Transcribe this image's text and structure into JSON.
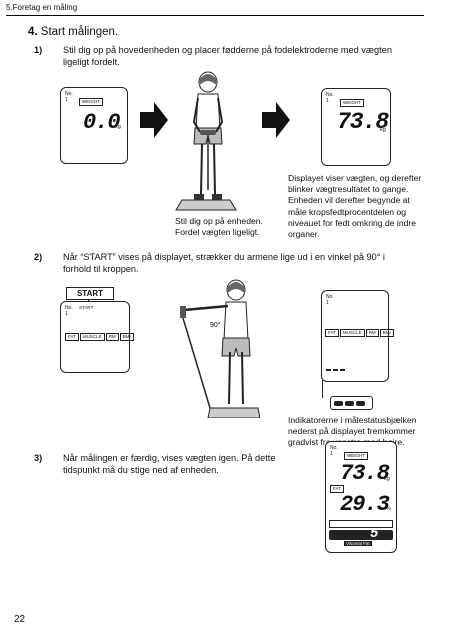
{
  "header": {
    "breadcrumb": "5.Foretag en måling",
    "page_number": "22"
  },
  "step": {
    "number": "4.",
    "title": "Start målingen."
  },
  "sub1": {
    "num": "1)",
    "line1": "Stil dig op på hovedenheden og placer fødderne på fodelektroderne med vægten",
    "line2": "ligeligt fordelt.",
    "display_before": {
      "no_label": "No.",
      "no_value": "1",
      "tag": "WEIGHT",
      "value": "0.0",
      "unit": "kg"
    },
    "display_after": {
      "no_label": "No.",
      "no_value": "1",
      "tag": "WEIGHT",
      "value": "73.8",
      "unit": "kg"
    },
    "figure_caption": [
      "Stil dig op på enheden.",
      "Fordel vægten ligeligt."
    ],
    "side_text": [
      "Displayet viser vægten, og derefter",
      "blinker vægtresultatet to gange.",
      "Enheden vil derefter begynde at",
      "måle kropsfedtprocentdelen og",
      "niveauet for fedt omkring de indre",
      "organer."
    ]
  },
  "sub2": {
    "num": "2)",
    "line1": "Når “START” vises på displayet, strækker du armene lige ud i en vinkel på 90° i",
    "line2": "forhold til kroppen.",
    "start_label": "START",
    "display_left": {
      "no_label": "No.",
      "no_value": "1",
      "start_small": "START",
      "tags": [
        "FAT",
        "MUSCLE",
        "RM",
        "BMI"
      ]
    },
    "display_right": {
      "no_label": "No.",
      "no_value": "1",
      "tags": [
        "FAT",
        "MUSCLE",
        "RM",
        "BMI"
      ]
    },
    "angle_label": "90°",
    "side_text": [
      "Indikatorerne i målestatusbjælken",
      "nederst på displayet fremkommer",
      "gradvist fra venstre mod højre."
    ]
  },
  "sub3": {
    "num": "3)",
    "line1": "Når målingen er færdig, vises vægten igen. På dette",
    "line2": "tidspunkt må du stige ned af enheden.",
    "display": {
      "no_label": "No.",
      "no_value": "1",
      "tag": "WEIGHT",
      "weight_value": "73.8",
      "weight_unit": "kg",
      "fat_tag": "FAT",
      "fat_value": "29.3",
      "fat_unit": "%",
      "level_value": "5",
      "level_label": "Visceral Fat"
    }
  }
}
